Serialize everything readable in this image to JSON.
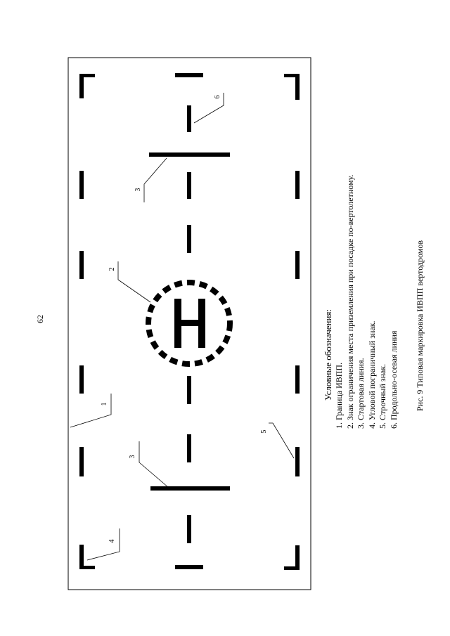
{
  "page_number": "62",
  "helipad_letter": "H",
  "callouts": [
    "1",
    "2",
    "3",
    "3",
    "4",
    "5",
    "6"
  ],
  "legend": {
    "title": "Условные обозначения:",
    "items": [
      "1. Граница ИВПП.",
      "2. Знак ограничения места приземления при посадке по-вертолетному.",
      "3. Стартовая линия.",
      "4. Угловой пограничный знак.",
      "5. Строчный знак.",
      "6. Продольно-осевая линия"
    ]
  },
  "caption": "Рис. 9 Типовая маркировка ИВПП вертодромов"
}
